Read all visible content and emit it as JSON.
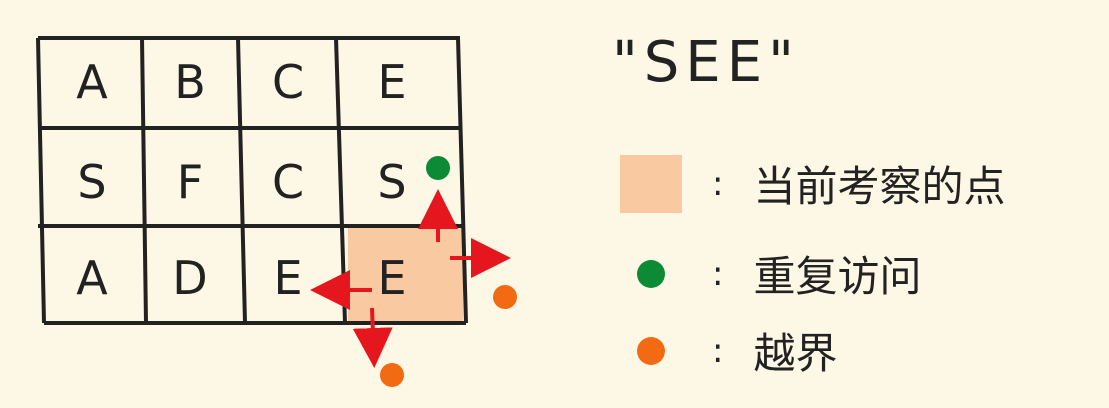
{
  "grid": {
    "rows": [
      [
        "A",
        "B",
        "C",
        "E"
      ],
      [
        "S",
        "F",
        "C",
        "S"
      ],
      [
        "A",
        "D",
        "E",
        "E"
      ]
    ],
    "current_cell": [
      2,
      3
    ]
  },
  "word": "\"SEE\"",
  "legend": [
    {
      "kind": "current",
      "color": "#f9c9a2",
      "colon": ":",
      "text": "当前考察的点"
    },
    {
      "kind": "revisit",
      "color": "#0c8a36",
      "colon": ":",
      "text": "重复访问"
    },
    {
      "kind": "out-of-bounds",
      "color": "#f26b12",
      "colon": ":",
      "text": "越界"
    }
  ],
  "colors": {
    "arrow": "#e5161e",
    "grid": "#222222",
    "green": "#0c8a36",
    "orange": "#f26b12",
    "highlight": "#f9c9a2"
  }
}
